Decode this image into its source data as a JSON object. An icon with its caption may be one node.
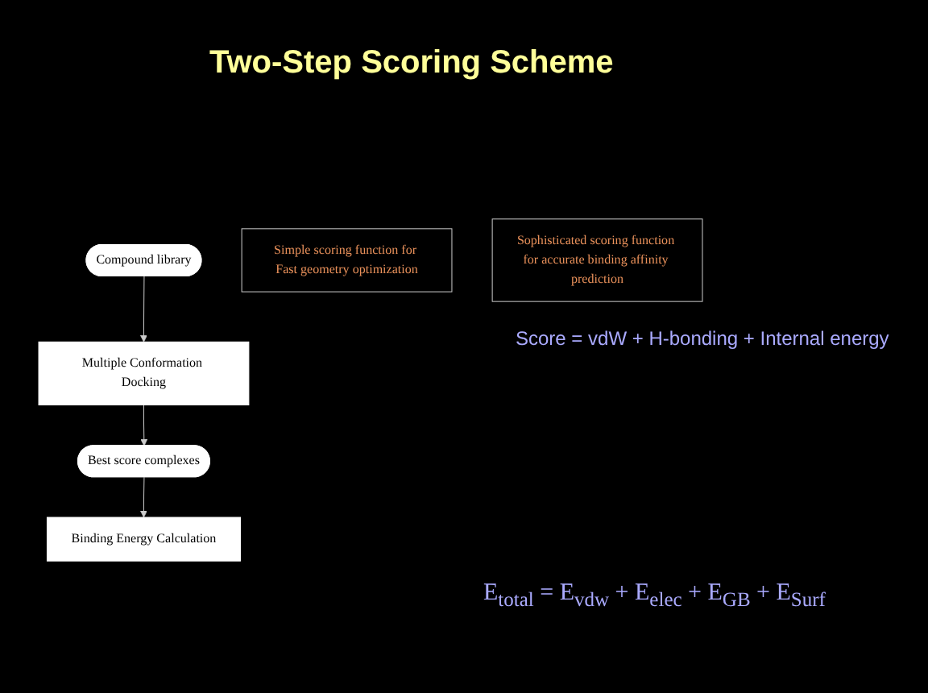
{
  "diagram": {
    "title": "Two-Step Scoring Scheme",
    "nodes": [
      {
        "text": [
          "Compound library"
        ]
      },
      {
        "text": [
          "Multiple Conformation Docking"
        ]
      },
      {
        "text": [
          "Best score complexes"
        ]
      },
      {
        "text": [
          "Binding Energy Calculation"
        ]
      },
      {
        "text": [
          "Simple scoring function for Fast geometry optimization"
        ]
      },
      {
        "text": [
          "Sophisticated scoring function for accurate binding affinity prediction"
        ]
      }
    ],
    "edges": [
      {
        "from": 0,
        "to": 1,
        "arrow": "to"
      },
      {
        "from": 1,
        "to": 2,
        "arrow": "to"
      },
      {
        "from": 2,
        "to": 3,
        "arrow": "to"
      }
    ],
    "labels": [
      "Score = vdW + H-bonding + Internal energy",
      "E$_{total}$ = E$_{vdw}$ + E$_{elec}$ + E$_{GB}$ + E$_{Surf}$"
    ]
  }
}
